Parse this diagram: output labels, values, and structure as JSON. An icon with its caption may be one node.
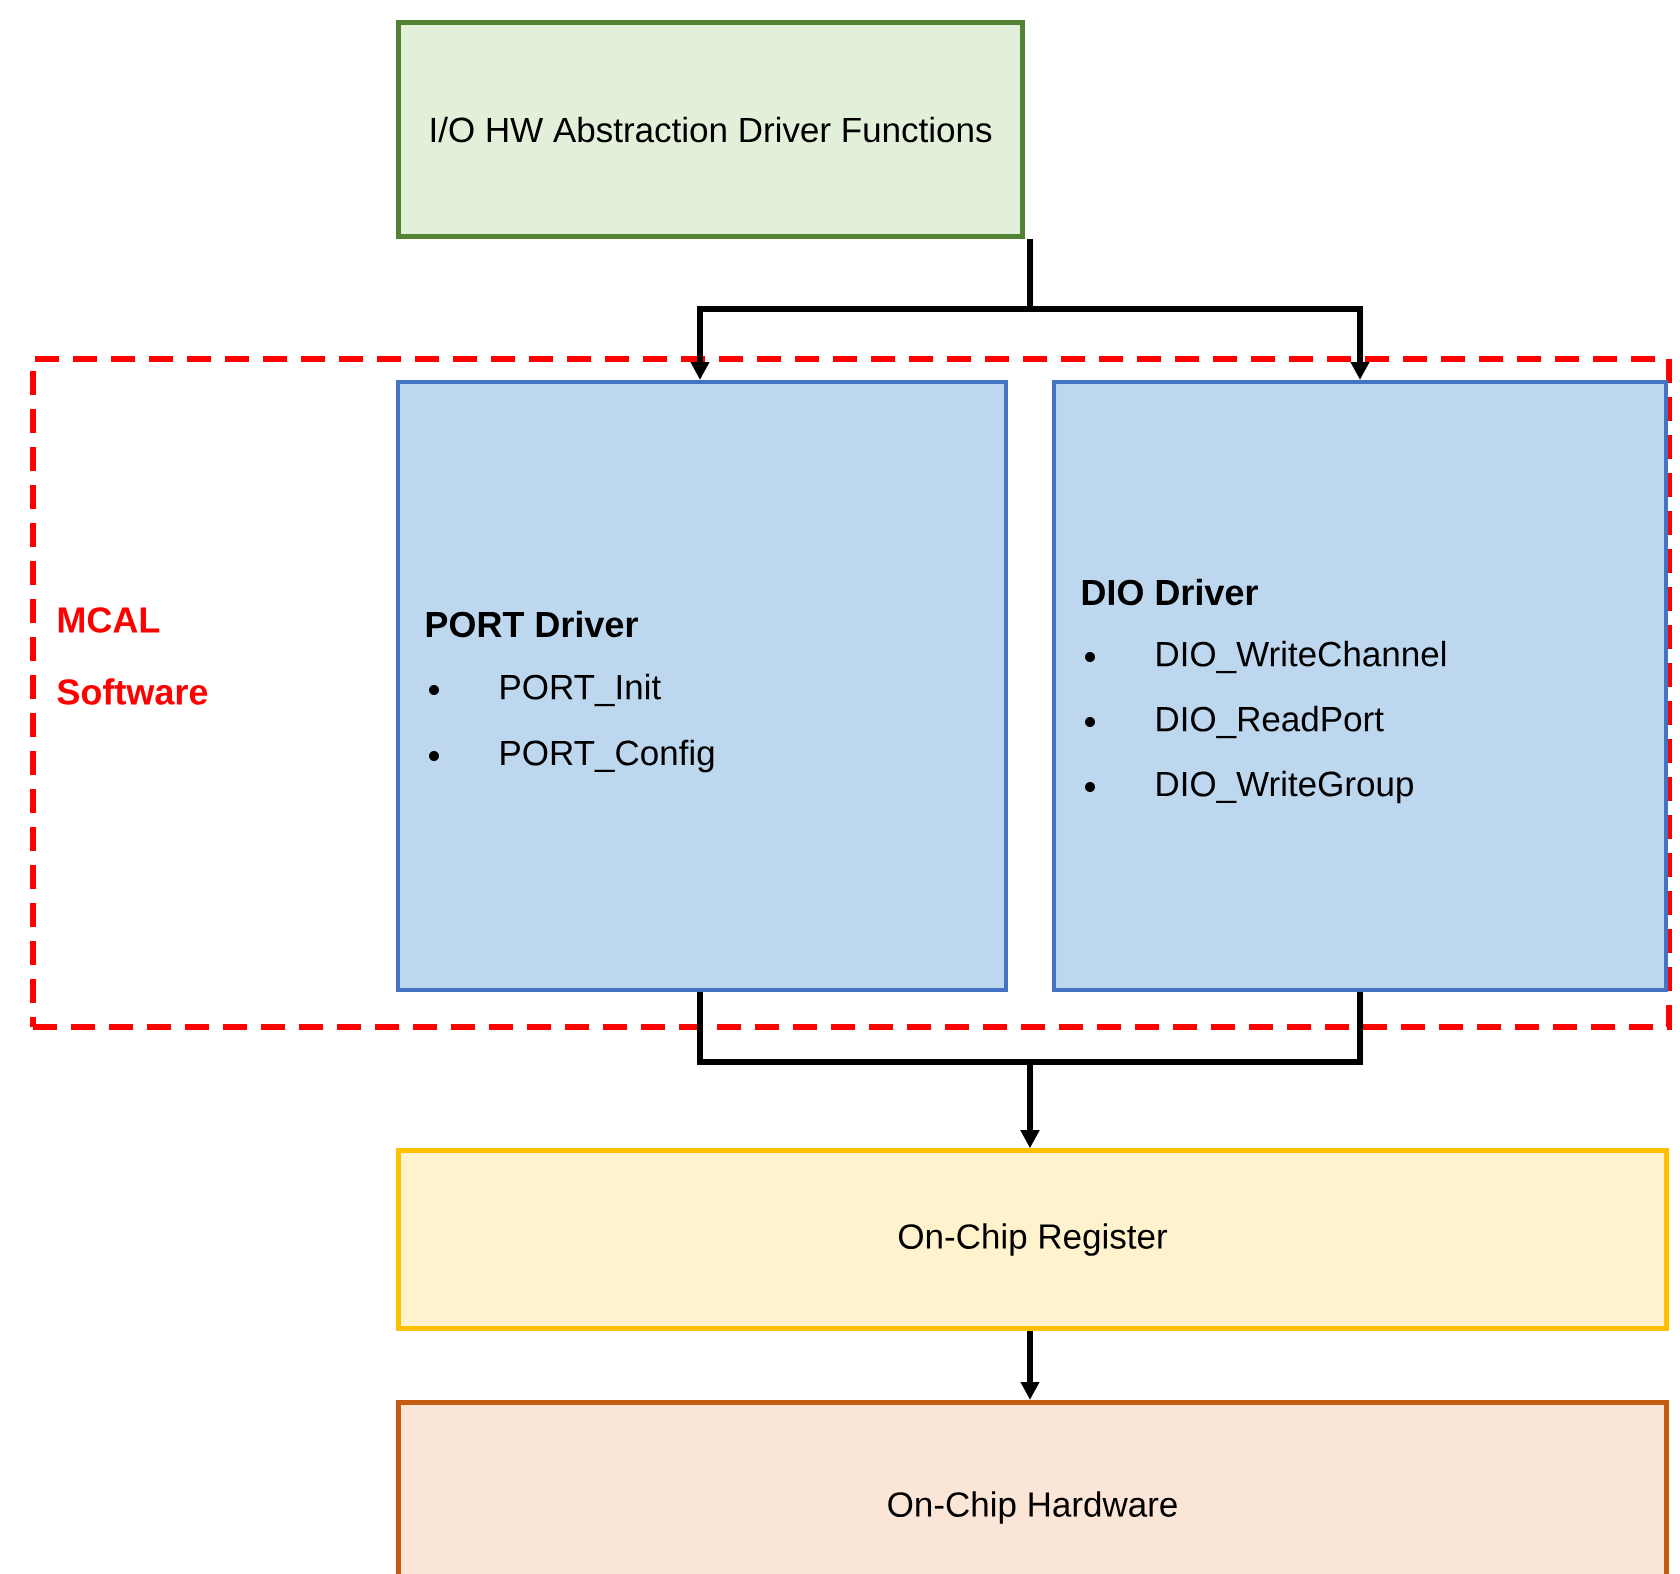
{
  "diagram": {
    "nodes": [
      {
        "text": [
          "I/O HW Abstraction Driver Functions"
        ]
      },
      {
        "text": [
          "MCAL Software"
        ]
      },
      {
        "text": [
          "PORT Driver",
          "PORT_Init",
          "PORT_Config"
        ],
        "in": 1
      },
      {
        "text": [
          "DIO Driver",
          "DIO_WriteChannel",
          "DIO_ReadPort",
          "DIO_WriteGroup"
        ],
        "in": 1
      },
      {
        "text": [
          "On-Chip Register"
        ]
      },
      {
        "text": [
          "On-Chip Hardware"
        ]
      }
    ],
    "edges": [
      {
        "from": 0,
        "to": 2,
        "arrow": "to"
      },
      {
        "from": 0,
        "to": 3,
        "arrow": "to"
      },
      {
        "from": 2,
        "to": 4,
        "arrow": "to"
      },
      {
        "from": 3,
        "to": 4,
        "arrow": "to"
      },
      {
        "from": 4,
        "to": 5,
        "arrow": "to"
      }
    ]
  }
}
